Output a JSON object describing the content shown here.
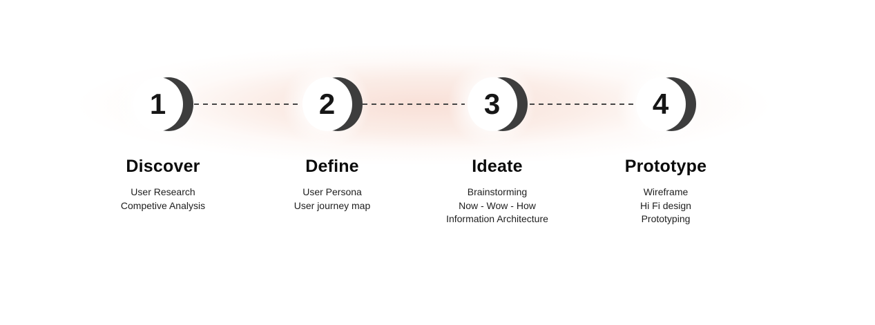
{
  "diagram": {
    "type": "process-steps",
    "connector_style": "dashed",
    "colors": {
      "background": "#ffffff",
      "glow_pink": "#f8ded5",
      "crescent": "#3d3d3d",
      "number": "#161616",
      "title": "#0b0b0b",
      "item_text": "#1d1d1d",
      "connector": "#454545"
    },
    "steps": [
      {
        "number": "1",
        "title": "Discover",
        "items": [
          "User Research",
          "Competive Analysis"
        ]
      },
      {
        "number": "2",
        "title": "Define",
        "items": [
          "User Persona",
          "User journey map"
        ]
      },
      {
        "number": "3",
        "title": "Ideate",
        "items": [
          "Brainstorming",
          "Now - Wow - How",
          "Information Architecture"
        ]
      },
      {
        "number": "4",
        "title": "Prototype",
        "items": [
          "Wireframe",
          "Hi Fi design",
          "Prototyping"
        ]
      }
    ]
  }
}
